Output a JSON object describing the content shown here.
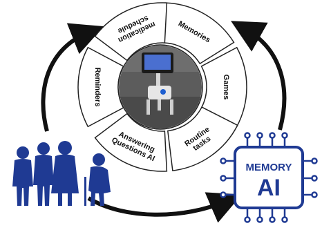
{
  "segments": [
    {
      "label_lines": [
        "Memories"
      ]
    },
    {
      "label_lines": [
        "Games"
      ]
    },
    {
      "label_lines": [
        "Routine",
        "tasks"
      ]
    },
    {
      "label_lines": [
        "Answering",
        "Questions AI"
      ]
    },
    {
      "label_lines": [
        "Reminders"
      ]
    },
    {
      "label_lines": [
        "medication",
        "schedule"
      ]
    }
  ],
  "chip": {
    "title": "MEMORY",
    "subtitle": "AI"
  },
  "colors": {
    "navy": "#1f3a93",
    "outline": "#222222",
    "arrow": "#111111",
    "segment_fill": "#ffffff",
    "photo_bg": "#5c5c5c"
  },
  "icons": {
    "robot": "robot-photo",
    "elderly_group": "elderly-people-icon",
    "chip": "ai-chip-icon"
  }
}
